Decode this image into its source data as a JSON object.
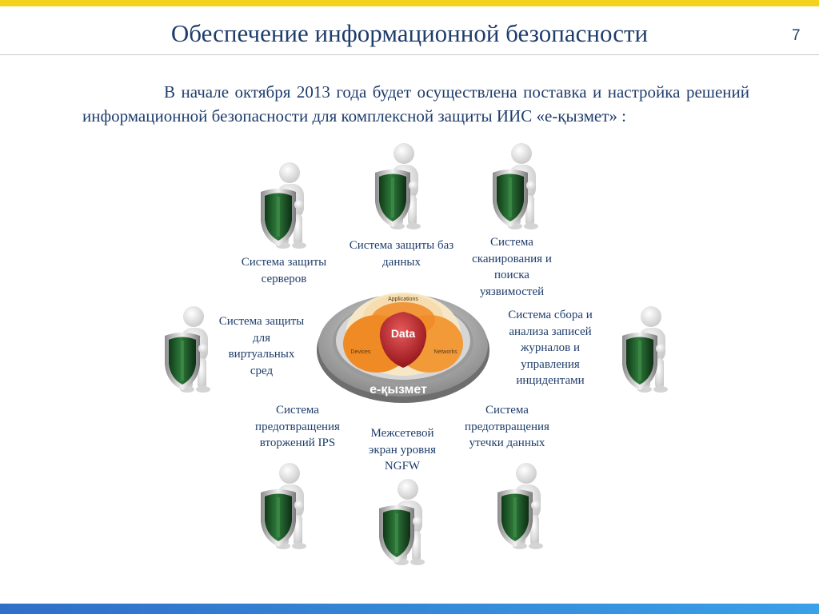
{
  "slide": {
    "title": "Обеспечение информационной безопасности",
    "page_number": "7",
    "intro_text": "В начале октября 2013 года будет осуществлена поставка и настройка решений информационной безопасности для комплексной защиты ИИС «е-қызмет» :"
  },
  "hub": {
    "label": "е-қызмет",
    "center_label": "Data",
    "segments": [
      "Applications",
      "Devices",
      "Networks"
    ]
  },
  "systems": [
    "Система защиты серверов",
    "Система защиты баз данных",
    "Система сканирования и поиска уязвимостей",
    "Система защиты для виртуальных сред",
    "Система сбора и анализа записей журналов и управления инцидентами",
    "Система предотвращения вторжений IPS",
    "Межсетевой экран уровня NGFW",
    "Система предотвращения утечки данных"
  ],
  "colors": {
    "title": "#1f3d6b",
    "top_bar": "#f2d21c",
    "bottom_bar": "#2f6fc8",
    "shield_green": "#1f5a2c",
    "hub_orange": "#f08a24",
    "hub_red": "#c0202a"
  },
  "icons": [
    "shield-figure-icon",
    "data-hub-icon"
  ]
}
